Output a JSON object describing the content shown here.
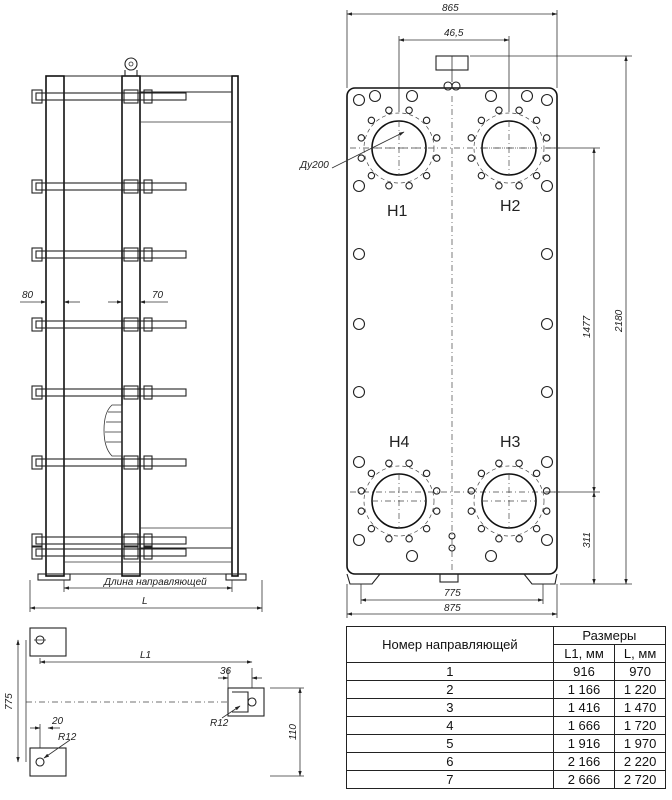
{
  "dimensions": {
    "overall_width": "865",
    "nozzle_spacing": "46,5",
    "overall_height": "2180",
    "vertical_spacing": "1477",
    "bottom_offset": "311",
    "foot_spacing": "775",
    "base_width": "875",
    "side_offset_left": "80",
    "side_offset_right": "70",
    "guide_length_label": "Длина направляющей",
    "total_length": "L",
    "nominal_diameter": "Ду200"
  },
  "ports": [
    "Н1",
    "Н2",
    "Н3",
    "Н4"
  ],
  "guide_detail": {
    "length": "L1",
    "offset_36": "36",
    "offset_20": "20",
    "height_775": "775",
    "height_110": "110",
    "radius_top": "R12",
    "radius_bottom": "R12"
  },
  "table": {
    "col1_header": "Номер направляющей",
    "group_header": "Размеры",
    "col2_header": "L1, мм",
    "col3_header": "L, мм",
    "rows": [
      {
        "n": "1",
        "l1": "916",
        "l": "970"
      },
      {
        "n": "2",
        "l1": "1 166",
        "l": "1 220"
      },
      {
        "n": "3",
        "l1": "1 416",
        "l": "1 470"
      },
      {
        "n": "4",
        "l1": "1 666",
        "l": "1 720"
      },
      {
        "n": "5",
        "l1": "1 916",
        "l": "1 970"
      },
      {
        "n": "6",
        "l1": "2 166",
        "l": "2 220"
      },
      {
        "n": "7",
        "l1": "2 666",
        "l": "2 720"
      }
    ]
  }
}
